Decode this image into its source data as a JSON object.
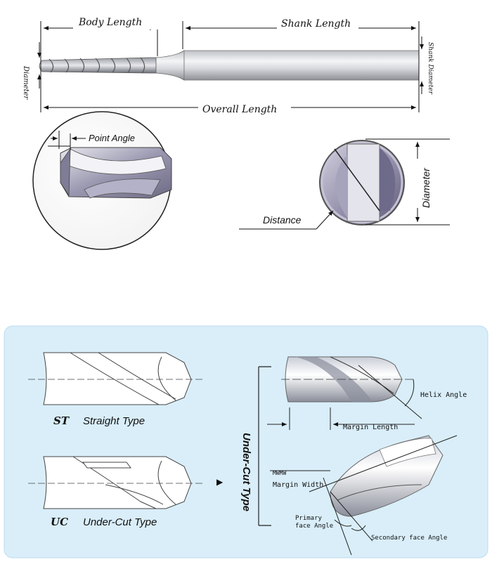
{
  "top": {
    "body_length": "Body Length",
    "shank_length": "Shank Length",
    "overall_length": "Overall Length",
    "diameter": "Diameter",
    "shank_diameter": "Shank Diameter",
    "point_angle": "Point Angle",
    "distance": "Distance",
    "diameter_right": "Diameter"
  },
  "bottom": {
    "st_code": "ST",
    "st_label": "Straight Type",
    "uc_code": "UC",
    "uc_label": "Under-Cut Type",
    "undercut_title": "Under-Cut Type",
    "arrow": "▶",
    "helix_angle": "Helix Angle",
    "margin_length": "Margin Length",
    "margin_width": "Margin Width",
    "primary_face_angle_1": "Primary",
    "primary_face_angle_2": "face Angle",
    "secondary_face_angle": "Secondary face Angle"
  },
  "colors": {
    "panel": "#d9eef9",
    "panel_border": "#bcdcef",
    "metal_dark": "#7c7c86",
    "metal_light": "#eceef2"
  }
}
